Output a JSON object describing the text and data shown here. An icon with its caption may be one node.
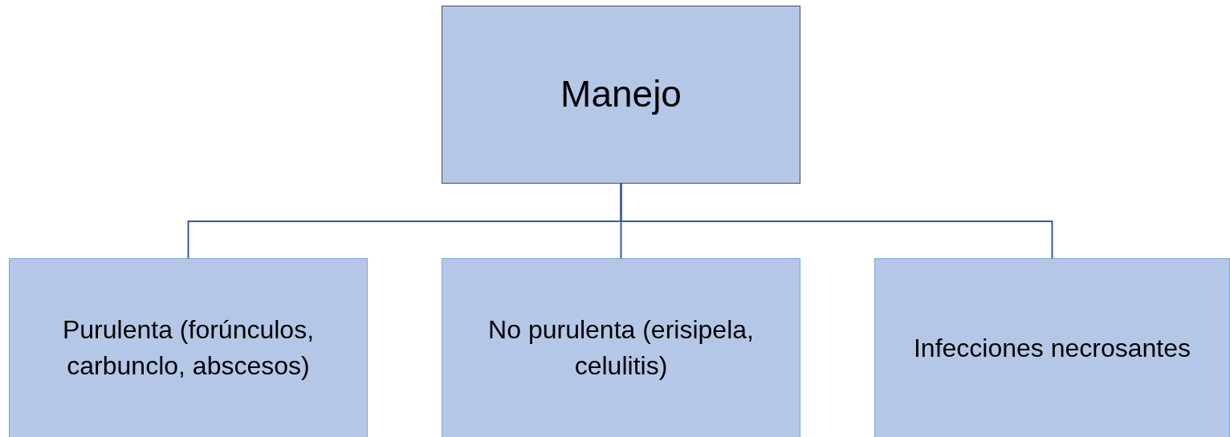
{
  "diagram": {
    "nodes": [
      {
        "text": [
          "Manejo"
        ]
      },
      {
        "text": [
          "Purulenta (forúnculos, carbunclo, abscesos)"
        ]
      },
      {
        "text": [
          "No purulenta (erisipela, celulitis)"
        ]
      },
      {
        "text": [
          "Infecciones necrosantes"
        ]
      }
    ],
    "edges": [
      {
        "from": 0,
        "to": 1,
        "arrow": "none"
      },
      {
        "from": 0,
        "to": 2,
        "arrow": "none"
      },
      {
        "from": 0,
        "to": 3,
        "arrow": "none"
      }
    ]
  }
}
